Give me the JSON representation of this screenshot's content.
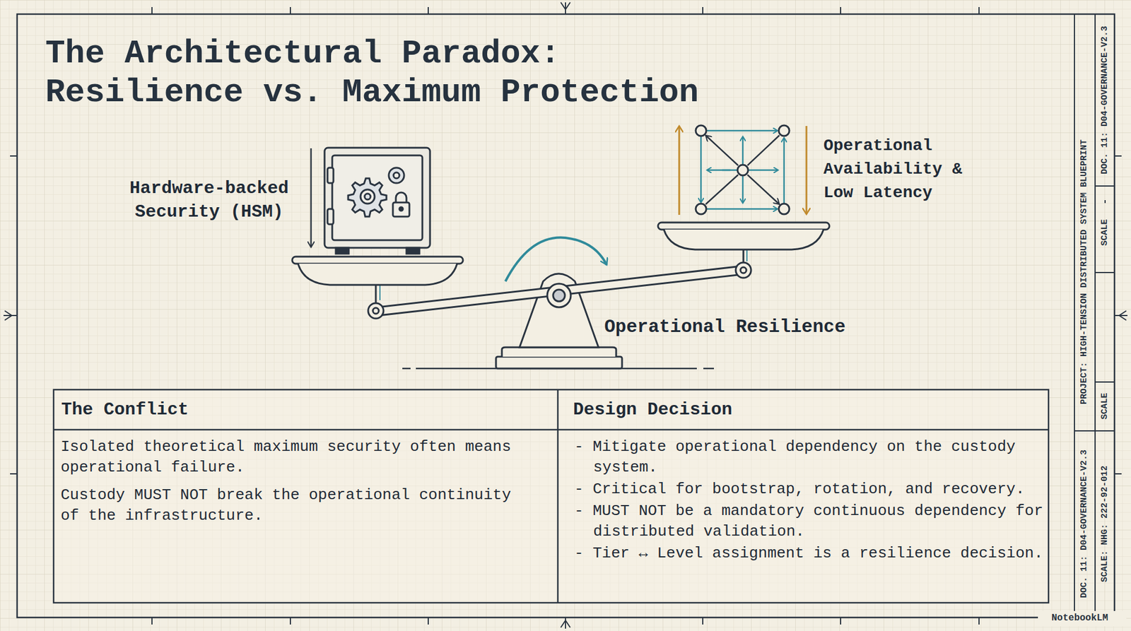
{
  "diagram": {
    "title": "The Architectural Paradox: Resilience vs. Maximum Protection",
    "labels": [
      "Hardware-backed Security (HSM)",
      "Operational Availability & Low Latency",
      "Operational Resilience",
      "The Conflict",
      "Design Decision",
      "Isolated theoretical maximum security often means operational failure.",
      "Custody MUST NOT break the operational continuity of the infrastructure.",
      "- Mitigate operational dependency on the custody system.",
      "- Critical for bootstrap, rotation, and recovery.",
      "- MUST NOT be a mandatory continuous dependency for distributed validation.",
      "- Tier ↔ Level assignment is a resilience decision.",
      "DOC. 11: D04-GOVERNANCE-V2.3",
      "SCALE",
      "PROJECT: HIGH-TENSION DISTRIBUTED SYSTEM BLUEPRINT",
      "SCALE",
      "DOC. 11: D04-GOVERNANCE-V2.3",
      "SCALE: NHG: 222-92-012",
      "NotebookLM"
    ]
  }
}
